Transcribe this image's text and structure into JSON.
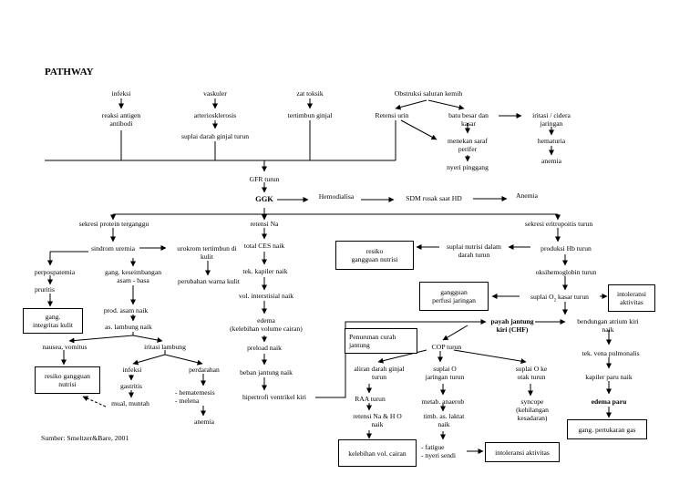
{
  "title": "PATHWAY",
  "source": "Sumber: Smeltzer&Bare, 2001",
  "nodes": {
    "infeksi": "infeksi",
    "vaskuler": "vaskuler",
    "zat_toksik": "zat toksik",
    "obstruksi": "Obstruksi saluran kemih",
    "reaksi_antigen": "reaksi antigen\nantibodi",
    "arteriosklerosis": "arteriosklerosis",
    "suplai_darah_ginjal": "suplai darah ginjal turun",
    "tertimbun_ginjal": "tertimbun ginjal",
    "retensi_urin": "Retensi urin",
    "batu_besar": "batu besar dan\nkasar",
    "iritasi_cidera": "iritasi / cidera\njaringan",
    "menekan_saraf": "menekan saraf\nperifer",
    "hematuria": "hematuria",
    "anemia_top": "anemia",
    "nyeri_pinggang": "nyeri pinggang",
    "gfr_turun": "GFR turun",
    "ggk": "GGK",
    "hemodialisa": "Hemodialisa",
    "sdm_rusak": "SDM rusak saat HD",
    "anemia_hd": "Anemia",
    "sekresi_protein": "sekresi protein terganggu",
    "retensi_na": "retensi Na",
    "sekresi_eritropoitis": "sekresi eritropoitis turun",
    "sindrom_uremia": "sindrom uremia",
    "urokrom": "urokrom tertimbun di\nkulit",
    "total_ces": "total CES naik",
    "resiko_nutrisi": "resiko\ngangguan nutrisi",
    "suplai_nutrisi": "suplai nutrisi dalam\ndarah turun",
    "produksi_hb": "produksi Hb turun",
    "perpospatemia": "perpospatemia",
    "gang_keseimbangan": "gang. keseimbangan\nasam - basa",
    "perubahan_warna": "perubahan warna kulit",
    "tek_kapiler": "tek. kapiler naik",
    "oksihemoglobin": "oksihemoglobin turun",
    "pruritis": "pruritis",
    "gangguan_perfusi": "gangguan\nperfusi jaringan",
    "suplai_o2_kasar_pre": "suplai O",
    "suplai_o2_kasar_post": " kasar turun",
    "intoleransi_top": "intoleransi\naktivitas",
    "vol_interstisial": "vol. interstisial naik",
    "gang_integritas": "gang.\nintegritas kulit",
    "prod_asam": "prod. asam naik",
    "as_lambung": "as. lambung naik",
    "edema": "edema\n(kelebihan volume cairan)",
    "payah_jantung": "payah jantung\nkiri (CHF)",
    "bendungan": "bendungan atrium kiri\nnaik",
    "penurunan_curah": "Penurunan curah\njantung",
    "nausea": "nausea, vomitus",
    "iritasi_lambung": "iritasi lambung",
    "preload": "preload naik",
    "cop_turun": "COP turun",
    "tek_vena": "tek. vena pulmonalis",
    "resiko_gangguan_nutrisi2": "resiko gangguan\nnutrisi",
    "infeksi2": "infeksi",
    "perdarahan": "perdarahan",
    "beban_jantung": "beban jantung naik",
    "aliran_darah": "aliran darah ginjal\nturun",
    "suplai_o2_jar": "suplai O\njaringan turun",
    "suplai_o2_otak": "suplai O  ke\notak turun",
    "kapiler_paru": "kapiler paru naik",
    "gastritis": "gastritis",
    "mual_muntah": "mual, muntah",
    "hematemesis": "- hematemesis\n- melena",
    "hipertrofi": "hipertrofi ventrikel kiri",
    "raa_turun": "RAA turun",
    "metab_anaerob": "metab. anaerob",
    "syncope": "syncope\n(kehilangan\nkesadaran)",
    "edema_paru": "edema paru",
    "retensi_na_h2o": "retensi Na & H O\nnaik",
    "timb_laktat": "timb. as. laktat\nnaik",
    "anemia_bottom": "anemia",
    "gang_pertukaran": "gang. pertukaran gas",
    "kelebihan_vol": "kelebihan vol. cairan",
    "fatigue": "- fatigue\n- nyeri sendi",
    "intoleransi_bottom": "intoleransi aktivitas"
  }
}
